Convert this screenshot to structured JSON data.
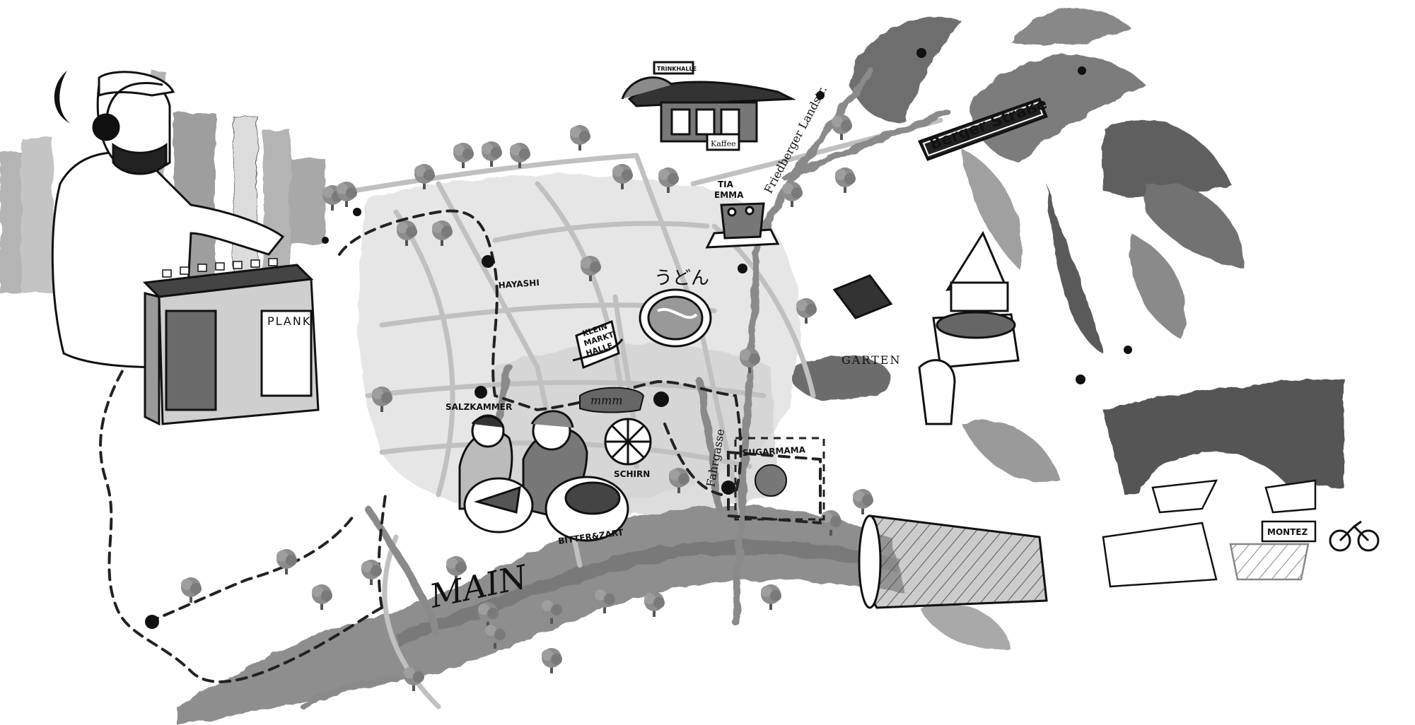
{
  "map": {
    "labels": {
      "berger_strasse": "Berger Straße",
      "friedberger_landstrasse": "Friedberger Landstr.",
      "fahrgasse": "Fahrgasse",
      "main": "MAIN",
      "plank": "PLANK",
      "hayashi": "HAYASHI",
      "udon": "うどん",
      "tia_emma_1": "TIA",
      "tia_emma_2": "EMMA",
      "kleinmarkthalle_1": "KLEIN",
      "kleinmarkthalle_2": "MARKT",
      "kleinmarkthalle_3": "HALLE",
      "salzkammer": "SALZKAMMER",
      "schirn": "SCHIRN",
      "sugar_mama": "SUGARMAMA",
      "bitter_zart": "BITTER&ZART",
      "garten": "GARTEN",
      "montez": "MONTEZ",
      "trinkhalle": "TRINKHALLE",
      "kaffee": "Kaffee",
      "mmm": "mmm"
    },
    "colors": {
      "ink": "#111111",
      "wash_dark": "#5a5a5a",
      "wash_mid": "#8c8c8c",
      "wash_light": "#c8c8c8",
      "paper": "#ffffff"
    },
    "icons": [
      "moon-icon",
      "headphones-icon",
      "tree-icon",
      "bicycle-icon",
      "bottle-icon",
      "ferris-wheel-icon",
      "street-sign-icon"
    ]
  }
}
